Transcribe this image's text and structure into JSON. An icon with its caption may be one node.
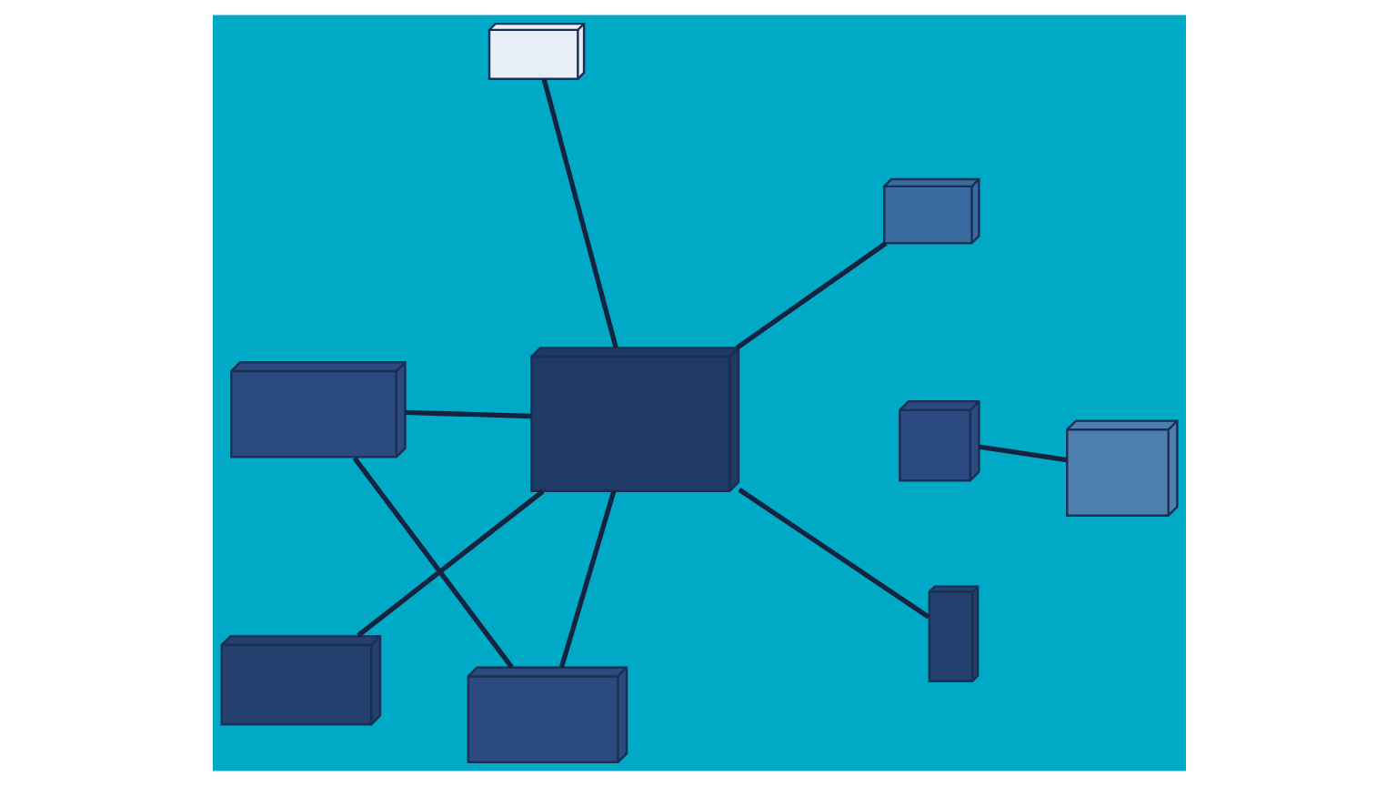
{
  "diagram": {
    "nodes": [
      {
        "text": [],
        "shape": "picture"
      },
      {
        "text": [],
        "shape": "picture"
      },
      {
        "text": [],
        "shape": "picture"
      },
      {
        "text": [],
        "shape": "picture"
      },
      {
        "text": [],
        "shape": "picture"
      },
      {
        "text": [],
        "shape": "picture"
      },
      {
        "text": [],
        "shape": "picture"
      },
      {
        "text": [],
        "shape": "picture"
      },
      {
        "text": [],
        "shape": "picture"
      }
    ],
    "edges": [
      {
        "from": 2,
        "to": 0,
        "arrow": "none"
      },
      {
        "from": 2,
        "to": 4,
        "arrow": "none"
      },
      {
        "from": 4,
        "to": 0,
        "arrow": "none"
      },
      {
        "from": 4,
        "to": 1,
        "arrow": "none"
      },
      {
        "from": 4,
        "to": 5,
        "arrow": "none"
      },
      {
        "from": 3,
        "to": 7,
        "arrow": "none"
      },
      {
        "from": 6,
        "to": 4,
        "arrow": "none"
      },
      {
        "from": 4,
        "to": 8,
        "arrow": "none"
      }
    ]
  }
}
